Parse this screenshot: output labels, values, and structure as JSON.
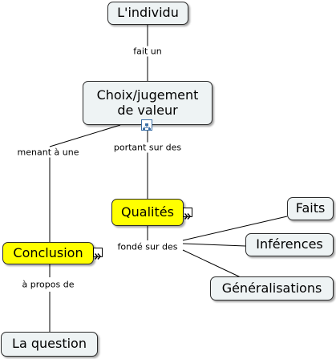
{
  "nodes": {
    "individu": "L'individu",
    "choix": "Choix/jugement de valeur",
    "qualites": "Qualités",
    "conclusion": "Conclusion",
    "question": "La question",
    "faits": "Faits",
    "inferences": "Inférences",
    "generalisations": "Généralisations"
  },
  "links": {
    "fait_un": "fait un",
    "portant_sur_des": "portant sur des",
    "menant_a_une": "menant à une",
    "fonde_sur_des": "fondé sur des",
    "a_propos_de": "à propos de"
  },
  "icons": {
    "expand": "double-chevron-right-icon",
    "hierarchy": "hierarchy-icon"
  },
  "colors": {
    "node_fill": "#eef3f4",
    "highlight_fill": "#ffff00",
    "line": "#000000"
  }
}
